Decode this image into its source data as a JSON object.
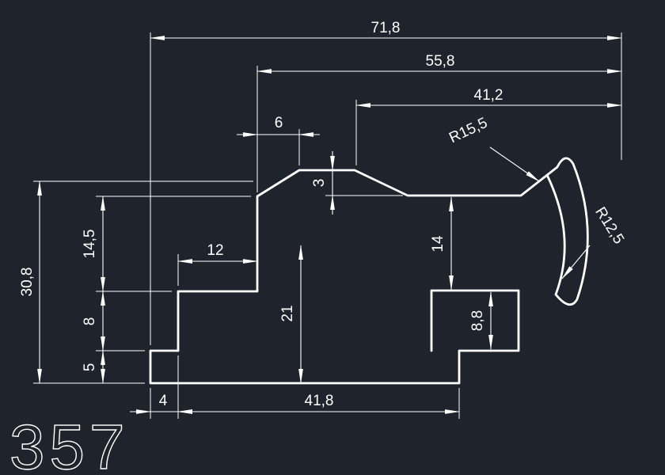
{
  "drawing": {
    "profile_number": "357",
    "background_color": "#1e232c",
    "line_color": "#ffffff"
  },
  "dims": {
    "total_width": "71,8",
    "upper_width": "55,8",
    "top_width": "41,2",
    "chamfer_run": "6",
    "top_step": "3",
    "total_height": "30,8",
    "left_upper_height": "14,5",
    "left_mid_height": "8",
    "base_height": "5",
    "step_width": "12",
    "mid_height": "21",
    "right_gap_height": "14",
    "foot_height": "8,8",
    "base_offset": "4",
    "base_width": "41,8",
    "outer_radius": "R15,5",
    "inner_radius": "R12,5"
  }
}
